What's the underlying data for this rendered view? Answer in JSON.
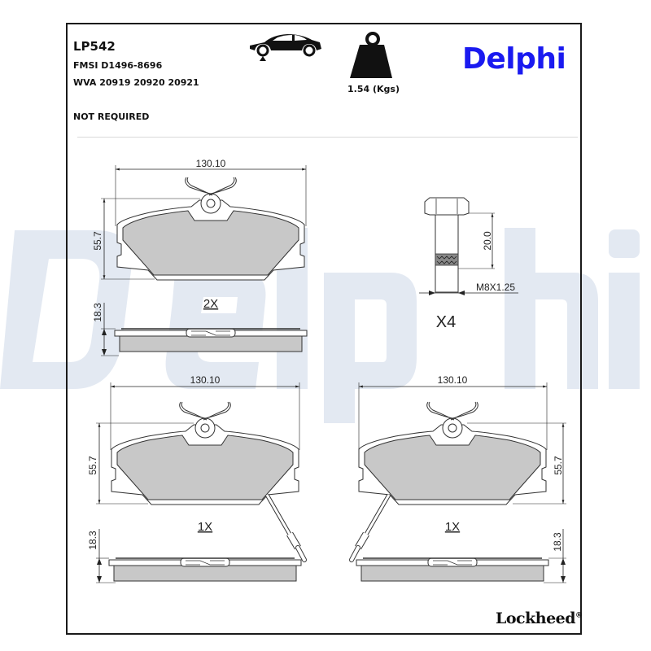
{
  "header": {
    "part_code": "LP542",
    "fmsi": "FMSI D1496-8696",
    "wva": "WVA 20919 20920 20921",
    "wear_indicator_note": "NOT REQUIRED",
    "weight_label": "1.54 (Kgs)",
    "axle_icon": "car-front-axle-icon",
    "weight_icon": "weight-icon"
  },
  "branding": {
    "logo": "Delphi",
    "logo_color": "#1a1af0",
    "watermark": "Delphi",
    "watermark_color": "#e3e9f2",
    "footer_brand": "Lockheed",
    "footer_mark": "®"
  },
  "drawing": {
    "pad_fill": "#c8c8c8",
    "top_pad": {
      "width_dim": "130.10",
      "height_dim": "55.7",
      "thickness_dim": "18.3",
      "quantity": "2X"
    },
    "bolt": {
      "length_dim": "20.0",
      "thread_dim": "M8X1.25",
      "quantity": "X4"
    },
    "bottom_left_pad": {
      "width_dim": "130.10",
      "height_dim": "55.7",
      "thickness_dim": "18.3",
      "quantity": "1X"
    },
    "bottom_right_pad": {
      "width_dim": "130.10",
      "height_dim": "55.7",
      "thickness_dim": "18.3",
      "quantity": "1X"
    }
  }
}
